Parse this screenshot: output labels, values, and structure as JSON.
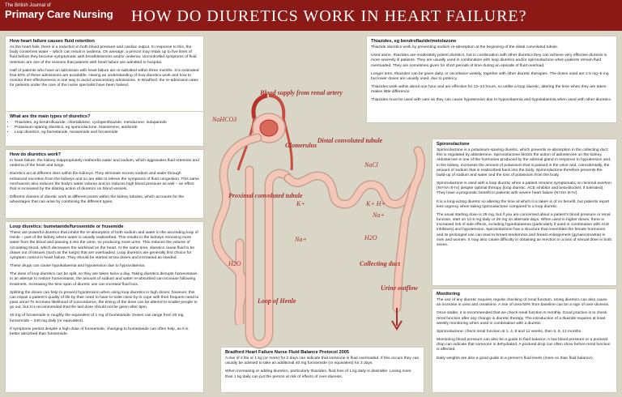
{
  "header": {
    "brand_small": "The British Journal of",
    "brand_large": "Primary Care Nursing",
    "title": "HOW DO DIURETICS WORK IN HEART FAILURE?"
  },
  "colors": {
    "header_bg": "#8b1a17",
    "accent": "#a8312c",
    "tubule_fill": "#f3c8b9",
    "page_bg": "#d9d6c8"
  },
  "boxes": {
    "causes": {
      "title": "How heart failure causes fluid retention",
      "p1": "As the heart fails, there is a reduction in both blood pressure and cardiac output. In response to this, the body conserves water – which can result in oedema. On average, a person may retain up to five litres of fluid before they become symptomatic with breathlessness and/or oedema. Uncontrolled symptoms of fluid retention are one of the reasons that patients with heart failure are admitted to hospital.",
      "p2": "Half of patients who have an admission with heart failure are re-admitted within three months. It is estimated that 50% of these admissions are avoidable. Having an understanding of how diuretics work and how to monitor their effectiveness is one way to avoid unnecessary admissions. In Bradford, the re-admission rates for patients under the care of the nurse specialist have been halved."
    },
    "types": {
      "title": "What are the main types of diuretics?",
      "items": [
        "Thiazides, eg bendrofluazide, chlortalidone, cyclopenthiazide, metolazone, indapamide",
        "Potassium-sparing diuretics, eg spironolactone, triamterene, amiloride",
        "Loop diuretics, eg bumetanide, torasemide and furosemide"
      ]
    },
    "how": {
      "title": "How do diuretics work?",
      "p1": "In heart failure, the kidney inappropriately reabsorbs water and sodium, which aggravates fluid retention and oedema of the heart and lungs.",
      "p2": "Diuretics act at different sites within the kidneys. They eliminate excess sodium and water through enhanced excretion from the kidneys and so are able to relieve the symptoms of fluid congestion. This same mechanism also reduces the body's water volume and so reduces high blood pressure as well – an effect that is increased by the dilating action of diuretics on blood vessels.",
      "p3": "Different classes of diuretic work at different points within the kidney tubules, which accounts for the advantages that can arise by combining the different types."
    },
    "loop": {
      "title": "Loop diuretics: bumetanide/furosemide or frusemide",
      "p1": "These are powerful diuretics that inhibit the re-absorption of both sodium and water in the ascending loop of Henle – part of the kidney where water is usually reabsorbed. This results in the kidneys removing more water from the blood and passing it into the urine, so producing more urine. This reduces the volume of circulating blood, which decreases the workload on the heart. At the same time, diuretics cause fluid to be drawn out of tissues (such as the lungs) that are overloaded. Loop diuretics are generally first choice for symptom control in heart failure. They should be started at low doses and increased as needed.",
      "p2": "These drugs can cause hypokalaemia and hypotension due to hypovolaemia.",
      "p3": "The dose of loop diuretics can be split, so they are taken twice a day. Taking diuretics disrupts homeostasis. In an attempt to restore homeostasis, the amount of sodium and water re-absorbed can increase following treatment. Increasing the time span of diuretic use can increase fluid loss.",
      "p4": "Splitting the doses can help to prevent hypotension when using loop diuretics in high doses; however, this can impair a patient's quality of life by their need to have to toilet close by to cope with their frequent need to pass urine! To increase likelihood of concordance, the timing of the dose can be altered to enable people to go out, but it is recommended that the last dose should not be given after 6pm.",
      "p5": "40 mg of furosemide is roughly the equivalent of 1 mg of bumetanide. Doses can range from 20 mg furosemide – 240 mg daily (or equivalent).",
      "p6": "If symptoms persist despite a high dose of furosemide, changing to bumetanide can often help, as it is better absorbed than furosemide."
    },
    "thiazides": {
      "title": "Thiazides, eg bendroflazide/metolazone",
      "p1": "Thiazide diuretics work by preventing sodium re-absorption at the beginning of the distal convoluted tubule.",
      "p2": "Used alone, thiazides are moderately potent diuretics, but in combination with other diuretics they can achieve very effective diuresis in more severely ill patients. They are usually used in combination with loop diuretics and/or spironolactone when patients remain fluid overloaded. They are sometimes given for short periods of time during an episode of fluid overload.",
      "p3": "Longer term, thiazides can be given daily, or once/twice weekly, together with other diuretic therapies. The doses used are 2.5 mg–5 mg but lower doses are usually used, due to potency.",
      "p4": "Thiazides work within about one hour and are effective for 12–24 hours, so unlike a loop diuretic, altering the time when they are taken makes little difference.",
      "p5": "Thiazides must be used with care as they can cause hypotension due to hypovolaemia and hypokalaemia when used with other diuretics."
    },
    "spiro": {
      "title": "Spironolactone",
      "p1": "Spironolactone is a potassium-sparing diuretic, which prevents re-absorption in the collecting duct; this is regulated by aldosterone. Spironolactone blocks the action of aldosterone on the kidney. Aldosterone is one of the hormones produced by the adrenal gland in response to hypotension and, in the kidney, increases the amount of potassium that is passed in the urine and, coincidentally, the amount of sodium that is reabsorbed back into the body. Spironolactone therefore prevents the build-up of sodium and water and the loss of potassium from the body.",
      "p2": "Spironolactone is used with a loop diuretic when a patient remains symptomatic on minimal exertion (NYHA III-IV) despite optimal therapy (loop diuretic, ACE inhibitor and beta-blocker, if tolerated). They have a prognostic benefit in patients with severe heart failure (NYHA III-IV).",
      "p3": "It is a long-acting diuretic so altering the time at which it is taken is of no benefit, but patients report less urgency when taking spironolactone compared to a loop diuretic.",
      "p4": "The usual starting dose is 25 mg, but if you are concerned about a patient's blood pressure or renal function, start on 12.5 mg daily or 25 mg on alternate days. When used in higher doses, there is increased risk of side effects, including hyperkalaemia (particularly if used in combination with ACE inhibitors) and hypotension. Spironolactone has a structure that resembles the female hormones and its prolonged use can lead to breast tenderness and breast enlargement (gynaecomastia) in men and women. It may also cause difficulty in obtaining an erection in a loss of sexual drive in both sexes."
    },
    "monitoring": {
      "title": "Monitoring",
      "p1": "The use of any diuretic requires regular checking of renal function. Using diuretics can also cause an increase in urea and creatinine. A rise of urea 50% from baseline can be a sign of over-diuresis.",
      "p2": "Once stable, it is recommended that we check renal function 6 monthly. Good practice is to check renal function after any change in diuretic therapy. The introduction of a thiazide requires at least weekly monitoring when used in combination with a diuretic.",
      "p3": "Spironolactone: check renal function at 1, 4, 8 and 12 weeks, then 6, 9, 12 months.",
      "p4": "Monitoring blood pressure can also be a guide to fluid balance. A low blood pressure or a postural drop can indicate that someone is dehydrated. A postural drop can often show before renal function is affected.",
      "p5": "Daily weights are also a good guide to a person's fluid levels (more so than fluid balance)."
    },
    "bradford": {
      "title": "Bradford Heart Failure Nurse Fluid Balance Protocol 2005",
      "p1": "A rise of 2 lbs or 1 kg (or more) for 2 days can indicate that someone is fluid overloaded. If this occurs they can usually be advised to take an additional 40 mg furosemide (or equivalent) for 3 days.",
      "p2": "When increasing or adding diuretics, particularly thiazides, fluid loss of 1 kg daily is desirable. Losing more than 1 kg daily can put the person at risk of effects of over-diuresis."
    }
  },
  "diagram": {
    "blood_supply": "Blood supply from renal artery",
    "nahco3": "NaHCO3",
    "glomerulus": "Glomerulus",
    "distal": "Distal convoluted tubule",
    "nacl": "NaCl",
    "proximal": "Proximal convoluted tubule",
    "k_h": "K+ H+",
    "na_right": "Na+",
    "k_left": "K+",
    "na_left": "Na+",
    "h2o_right": "H2O",
    "h2o_left": "H2O",
    "collecting": "Collecting duct",
    "loop": "Loop of Henle",
    "urine": "Urine outflow"
  }
}
